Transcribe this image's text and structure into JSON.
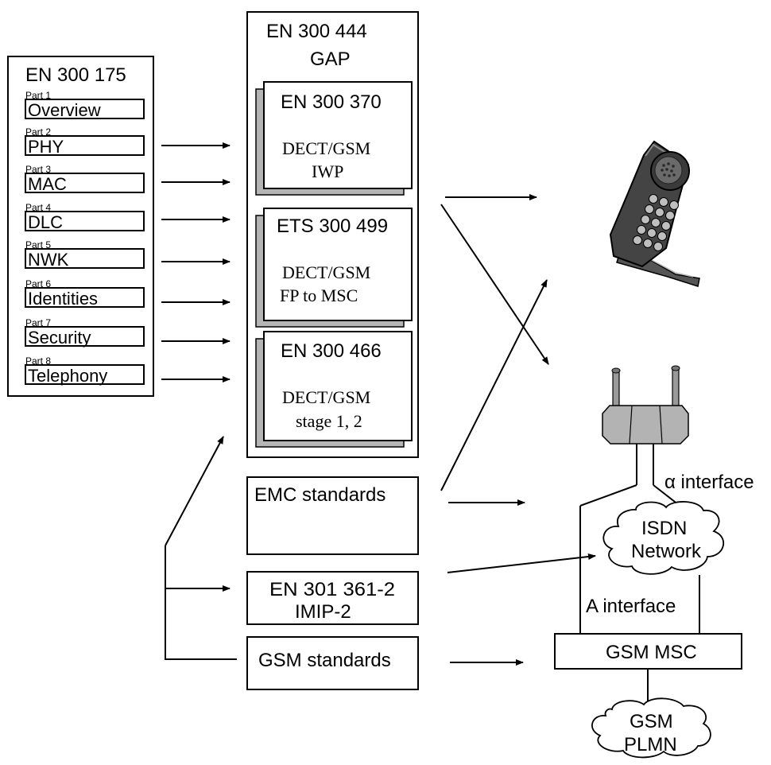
{
  "en300175": {
    "title": "EN 300 175",
    "parts": [
      {
        "part": "Part 1",
        "name": "Overview"
      },
      {
        "part": "Part 2",
        "name": "PHY"
      },
      {
        "part": "Part 3",
        "name": "MAC"
      },
      {
        "part": "Part 4",
        "name": "DLC"
      },
      {
        "part": "Part 5",
        "name": "NWK"
      },
      {
        "part": "Part 6",
        "name": "Identities"
      },
      {
        "part": "Part 7",
        "name": "Security"
      },
      {
        "part": "Part 8",
        "name": "Telephony"
      }
    ]
  },
  "gap": {
    "title": "EN 300 444",
    "subtitle": "GAP",
    "docs": [
      {
        "code": "EN 300 370",
        "line1": "DECT/GSM",
        "line2": "IWP"
      },
      {
        "code": "ETS 300 499",
        "line1": "DECT/GSM",
        "line2": "FP to MSC"
      },
      {
        "code": "EN 300 466",
        "line1": "DECT/GSM",
        "line2": "stage 1, 2"
      }
    ]
  },
  "emc": {
    "label": "EMC standards"
  },
  "imip": {
    "line1": "EN 301 361-2",
    "line2": "IMIP-2"
  },
  "gsm_std": {
    "label": "GSM standards"
  },
  "network": {
    "alpha_interface": "α interface",
    "isdn_line1": "ISDN",
    "isdn_line2": "Network",
    "a_interface": "A interface",
    "msc": "GSM MSC",
    "plmn_line1": "GSM",
    "plmn_line2": "PLMN"
  },
  "icons": [
    "dect-handset-icon",
    "base-station-icon",
    "isdn-cloud-icon",
    "plmn-cloud-icon"
  ]
}
